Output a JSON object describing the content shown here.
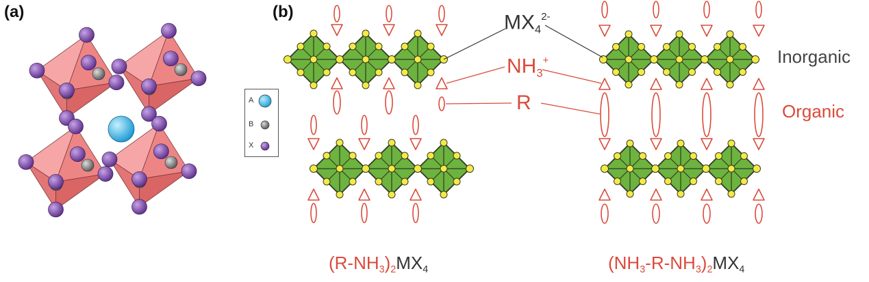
{
  "panels": {
    "a": "(a)",
    "b": "(b)"
  },
  "legend": {
    "a": "A",
    "b": "B",
    "x": "X"
  },
  "labels": {
    "mx4": {
      "main": "MX",
      "sub": "4",
      "sup": "2-"
    },
    "nh3": {
      "main": "NH",
      "sub": "3",
      "sup": "+"
    },
    "r": "R",
    "inorganic": "Inorganic",
    "organic": "Organic"
  },
  "formula_left": {
    "p1": "(R-NH",
    "s1": "3",
    "p2": ")",
    "s2": "2",
    "p3": "MX",
    "s3": "4"
  },
  "formula_right": {
    "p1": "(NH",
    "s1": "3",
    "p2": "-R-NH",
    "s2": "3",
    "p3": ")",
    "s3": "2",
    "p4": "MX",
    "s4": "4"
  },
  "colors": {
    "octahedron_green": "#6db33f",
    "perovskite_red": "#f08a8a",
    "x_purple": "#7b4aa8",
    "a_cyan": "#29b8ea",
    "b_gray": "#7a7a7a",
    "organic_red": "#d94b3b",
    "node_yellow": "#f3ea4a"
  }
}
